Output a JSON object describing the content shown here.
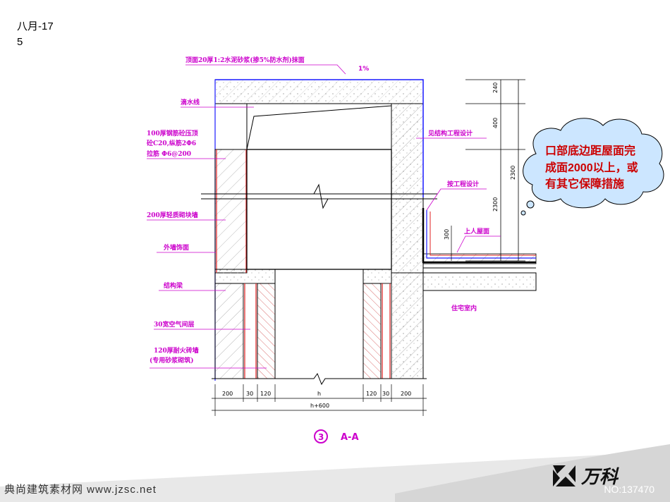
{
  "header": {
    "date": "八月-17",
    "page": "5"
  },
  "annotations": {
    "roof_top": "顶面20厚1:2水泥砂浆(掺5%防水剂)抹面",
    "slope": "1%",
    "drip": "滴水线",
    "lintel": "100厚钢筋砼压顶",
    "lintel_2": "砼C20,纵筋2Φ6",
    "lintel_3": "拉筋 Φ6@200",
    "wall_200": "200厚轻质砌块墙",
    "exterior_finish": "外墙饰面",
    "beam": "结构梁",
    "air_gap": "30宽空气间层",
    "fire_wall": "120厚耐火砖墙",
    "fire_wall_2": "(专用砂浆砌筑)",
    "struct_design": "见结构工程设计",
    "waterproof": "按工程设计",
    "upper_roof": "上人屋面",
    "indoor": "住宅室内"
  },
  "dimensions": {
    "d240": "240",
    "d400": "400",
    "d2300": "2300",
    "d2300b": "2300",
    "d300": "300",
    "bottom": [
      "200",
      "30",
      "120",
      "h",
      "120",
      "30",
      "200"
    ],
    "total": "h+600"
  },
  "section_label": {
    "number": "3",
    "name": "A-A"
  },
  "bubble": {
    "line1": "口部底边距屋面完",
    "line2": "成面2000以上，或",
    "line3": "有其它保障措施"
  },
  "footer": {
    "left": "典尚建筑素材网 www.jzsc.net",
    "right": "NO:137470",
    "logo_text": "万科"
  },
  "colors": {
    "magenta": "#cc00cc",
    "bubble_fill": "#cce6ff",
    "blue_line": "#1a1aff",
    "red_line": "#e02020"
  }
}
